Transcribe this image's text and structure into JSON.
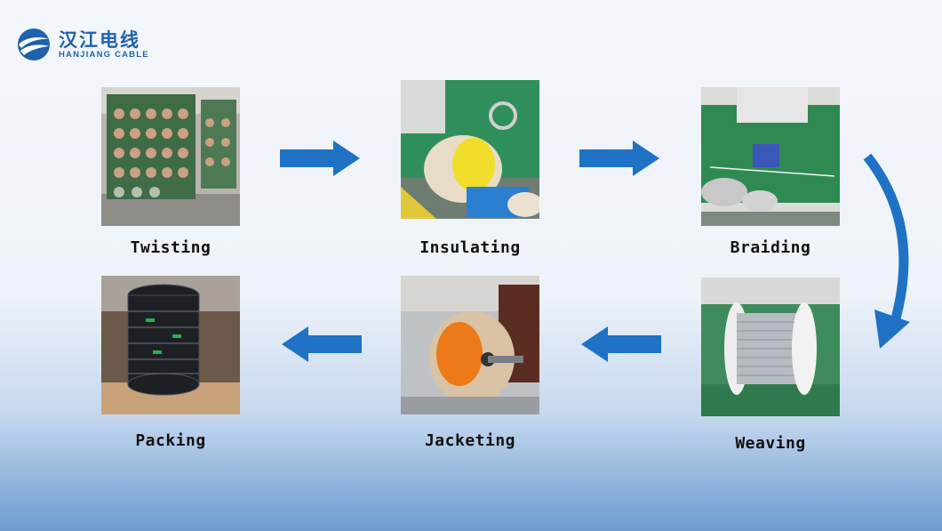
{
  "brand": {
    "name_cn": "汉江电线",
    "name_en": "HANJIANG CABLE",
    "logo_icon": "globe-swoosh-icon",
    "color": "#1f62ad"
  },
  "steps": [
    {
      "label": "Twisting",
      "photo": "twisting-machine-photo"
    },
    {
      "label": "Insulating",
      "photo": "insulating-machine-photo"
    },
    {
      "label": "Braiding",
      "photo": "braiding-machine-photo"
    },
    {
      "label": "Weaving",
      "photo": "weaving-spool-photo"
    },
    {
      "label": "Jacketing",
      "photo": "jacketing-reel-photo"
    },
    {
      "label": "Packing",
      "photo": "packed-coils-photo"
    }
  ],
  "flow_arrow_color": "#1f72c4"
}
